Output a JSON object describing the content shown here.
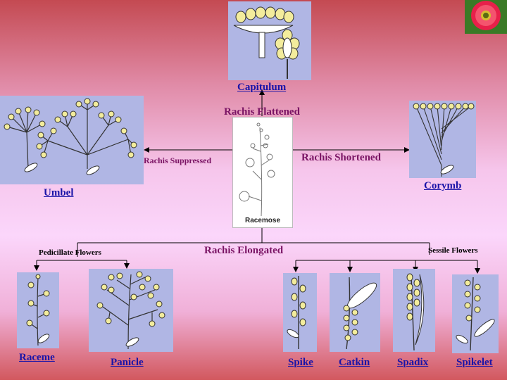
{
  "slide": {
    "center": {
      "label": "Racemose"
    },
    "branches": {
      "top": "Rachis Flattened",
      "left": "Rachis Suppressed",
      "right": "Rachis Shortened",
      "bottom": "Rachis Elongated",
      "bottom_left_group": "Pedicillate Flowers",
      "bottom_right_group": "Sessile Flowers"
    },
    "types": {
      "capitulum": "Capitulum",
      "umbel": "Umbel",
      "corymb": "Corymb",
      "raceme": "Raceme",
      "panicle": "Panicle",
      "spike": "Spike",
      "catkin": "Catkin",
      "spadix": "Spadix",
      "spikelet": "Spikelet"
    }
  },
  "colors": {
    "panel": "#b0b6e4",
    "flower": "#f3ec9c",
    "link": "#1a14a8",
    "label": "#7a1464"
  }
}
